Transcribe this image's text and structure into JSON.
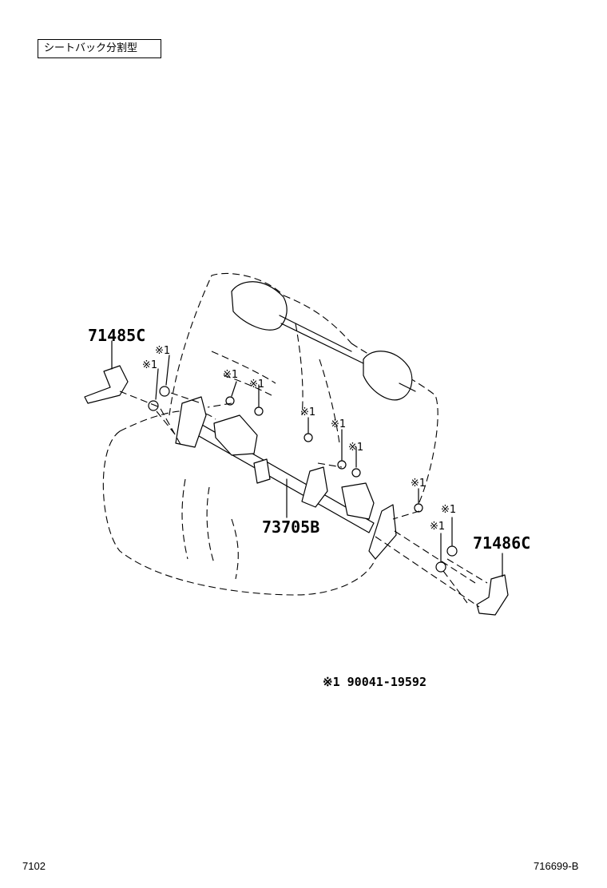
{
  "header": {
    "type_label": "シートバック分割型"
  },
  "parts": {
    "bracket_left": "71485C",
    "bracket_right": "71486C",
    "frame": "73705B"
  },
  "fastener_marker": "※1",
  "note": {
    "marker": "※1",
    "part_number": "90041-19592"
  },
  "footer": {
    "left_code": "7102",
    "right_code": "716699-B"
  },
  "colors": {
    "line": "#000000",
    "background": "#ffffff"
  }
}
